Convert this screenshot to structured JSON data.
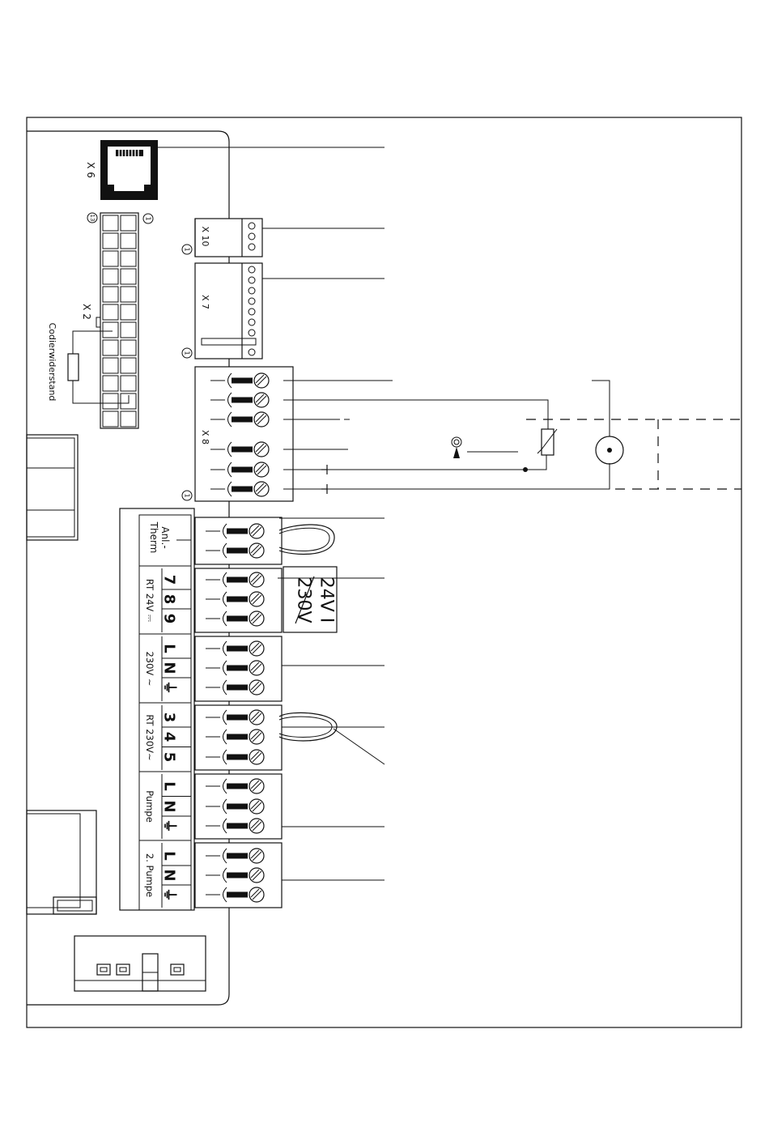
{
  "labels": {
    "x6": "X 6",
    "x10": "X 10",
    "x7": "X 7",
    "x8": "X 8",
    "x2": "X 2",
    "codierwiderstand": "Codierwiderstand",
    "pin_one": "1",
    "pin_thirteen": "13"
  },
  "terminal_blocks": [
    {
      "label": "Anl.-\nTherm",
      "pins": []
    },
    {
      "label": "RT 24V ⎓",
      "pins": [
        "7",
        "8",
        "9"
      ]
    },
    {
      "label": "230V ~",
      "pins": [
        "L",
        "N",
        "⏚"
      ]
    },
    {
      "label": "RT 230V~",
      "pins": [
        "3",
        "4",
        "5"
      ]
    },
    {
      "label": "Pumpe",
      "pins": [
        "L",
        "N",
        "⏚"
      ]
    },
    {
      "label": "2. Pumpe",
      "pins": [
        "L",
        "N",
        "⏚"
      ]
    }
  ],
  "voltage_selector": {
    "top": "24V I",
    "bottom": "230V"
  },
  "colors": {
    "line": "#111111",
    "background": "#ffffff"
  }
}
